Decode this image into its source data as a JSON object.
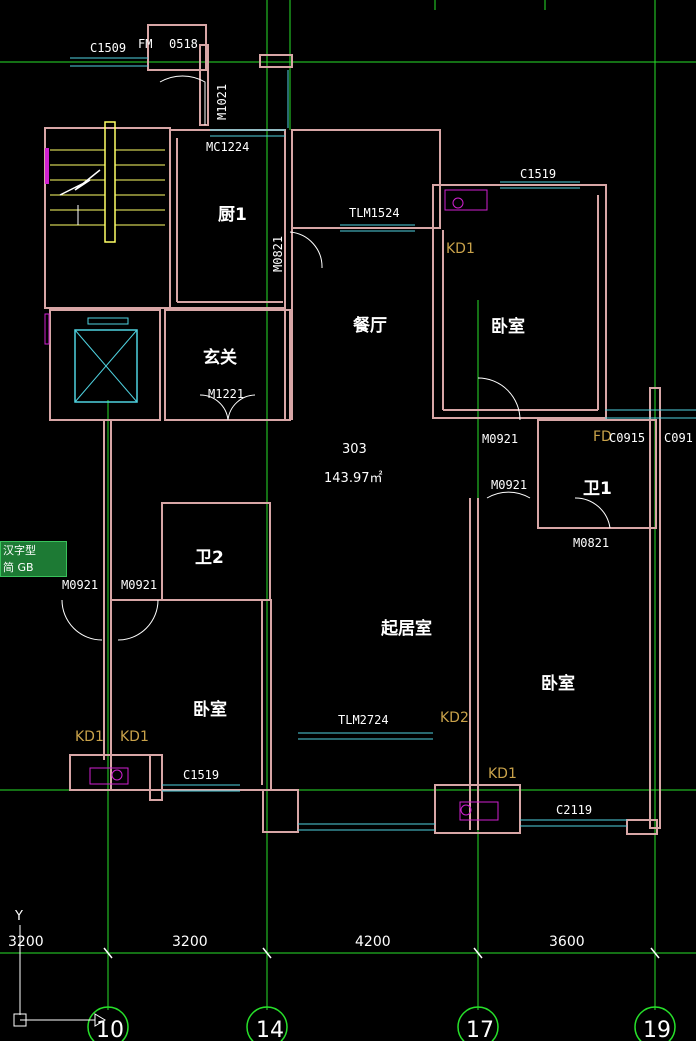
{
  "unit": {
    "name": "303",
    "area": "143.97㎡"
  },
  "rooms": {
    "kitchen": "厨1",
    "dining": "餐厅",
    "foyer": "玄关",
    "bedroom_ne": "卧室",
    "bath1": "卫1",
    "bath2": "卫2",
    "living": "起居室",
    "bedroom_sw": "卧室",
    "bedroom_se": "卧室"
  },
  "openings": {
    "c1509": "C1509",
    "fm": "FM",
    "o518": "0518",
    "m1021": "M1021",
    "mc1224": "MC1224",
    "tlm1524": "TLM1524",
    "c1519_top": "C1519",
    "m0821_a": "M0821",
    "m1221": "M1221",
    "m0921_a": "M0921",
    "fd": "FD",
    "c0915_a": "C0915",
    "c0915_b": "C091",
    "m0921_b": "M0921",
    "m0821_b": "M0821",
    "m0921_c": "M0921",
    "m0921_d": "M0921",
    "tlm2724": "TLM2724",
    "c1519_bottom": "C1519",
    "c2119": "C2119"
  },
  "ac_units": {
    "kd1_top": "KD1",
    "kd1_left_a": "KD1",
    "kd1_left_b": "KD1",
    "kd2": "KD2",
    "kd1_bottom": "KD1"
  },
  "dimensions": {
    "d1": "3200",
    "d2": "3200",
    "d3": "4200",
    "d4": "3600"
  },
  "axes": {
    "a10": "10",
    "a14": "14",
    "a17": "17",
    "a19": "19"
  },
  "ucs": {
    "y": "Y"
  },
  "toolbar": {
    "row1": "汉字型",
    "row2": "简 GB"
  },
  "colors": {
    "wall": "#d7a6a6",
    "grid": "#27e02a",
    "window": "#4fd2e0",
    "ac_label": "#c9a24a",
    "fixture": "#d020d0"
  }
}
